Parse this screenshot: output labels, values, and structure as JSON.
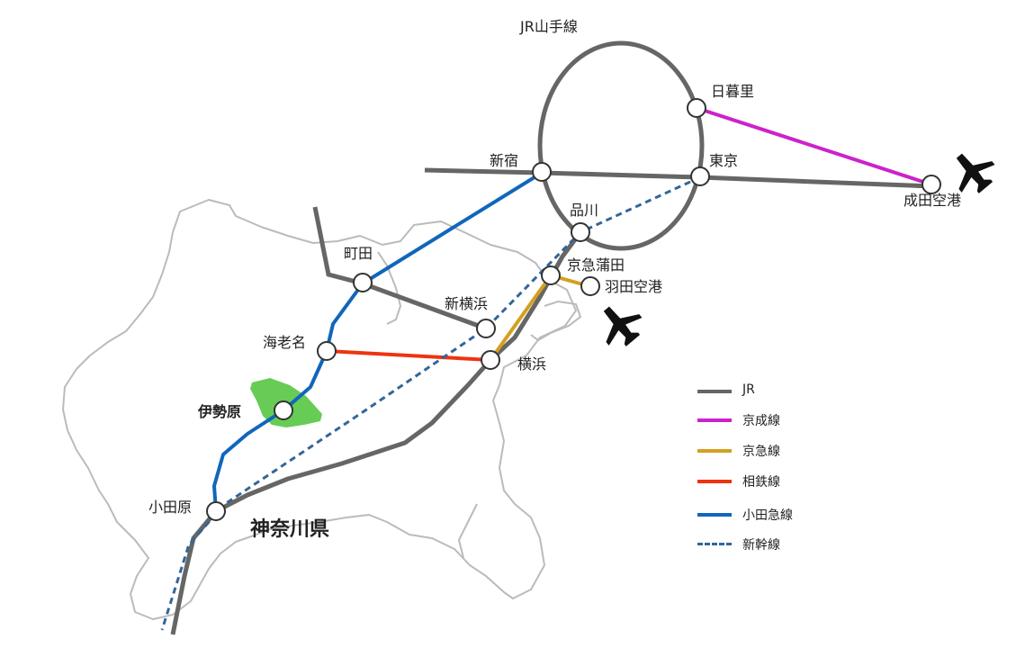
{
  "map": {
    "prefecture_label": "神奈川県",
    "loop_label": "JR山手線",
    "colors": {
      "jr": "#666666",
      "keisei": "#cc22cc",
      "keikyu": "#d4a020",
      "sotetsu": "#ee3311",
      "odakyu": "#1166bb",
      "shinkansen": "#336699",
      "isehara_area": "#66cc55",
      "coast": "#bbbbbb"
    },
    "stations": {
      "nippori": "日暮里",
      "tokyo": "東京",
      "narita": "成田空港",
      "shinjuku": "新宿",
      "shinagawa": "品川",
      "keikyu_kamata": "京急蒲田",
      "haneda": "羽田空港",
      "machida": "町田",
      "shin_yokohama": "新横浜",
      "ebina": "海老名",
      "yokohama": "横浜",
      "isehara": "伊勢原",
      "odawara": "小田原"
    },
    "legend": [
      {
        "label": "JR",
        "style": "solid",
        "color": "#666666"
      },
      {
        "label": "京成線",
        "style": "solid",
        "color": "#cc22cc"
      },
      {
        "label": "京急線",
        "style": "solid",
        "color": "#d4a020"
      },
      {
        "label": "相鉄線",
        "style": "solid",
        "color": "#ee3311"
      },
      {
        "label": "小田急線",
        "style": "solid",
        "color": "#1166bb"
      },
      {
        "label": "新幹線",
        "style": "dashed",
        "color": "#336699"
      }
    ],
    "icons": [
      "airplane-icon",
      "airplane-icon"
    ]
  }
}
